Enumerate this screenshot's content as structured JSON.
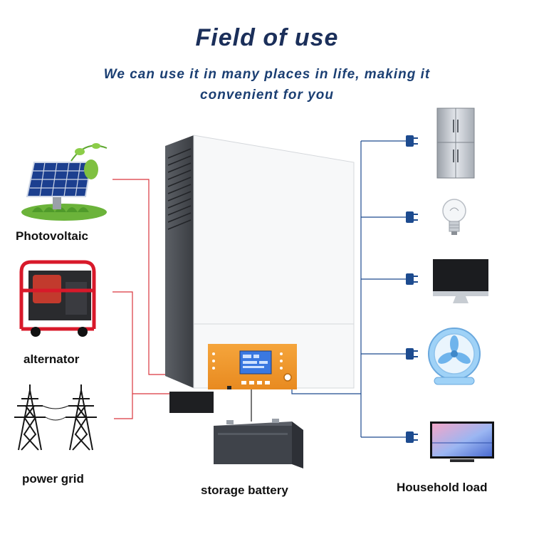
{
  "header": {
    "title": "Field of use",
    "subtitle": "We can use it in many places in life, making it convenient for you"
  },
  "sources": {
    "photovoltaic": "Photovoltaic",
    "alternator": "alternator",
    "power_grid": "power grid"
  },
  "battery": {
    "label": "storage battery"
  },
  "loads": {
    "label": "Household load",
    "items": [
      "refrigerator-icon",
      "light-bulb-icon",
      "monitor-icon",
      "fan-icon",
      "television-icon"
    ]
  },
  "colors": {
    "title": "#1b2f5a",
    "source_line": "#d9363e",
    "load_line": "#1d4b8f",
    "panel_orange": "#f29a2e",
    "screen_blue": "#3a78e0"
  }
}
